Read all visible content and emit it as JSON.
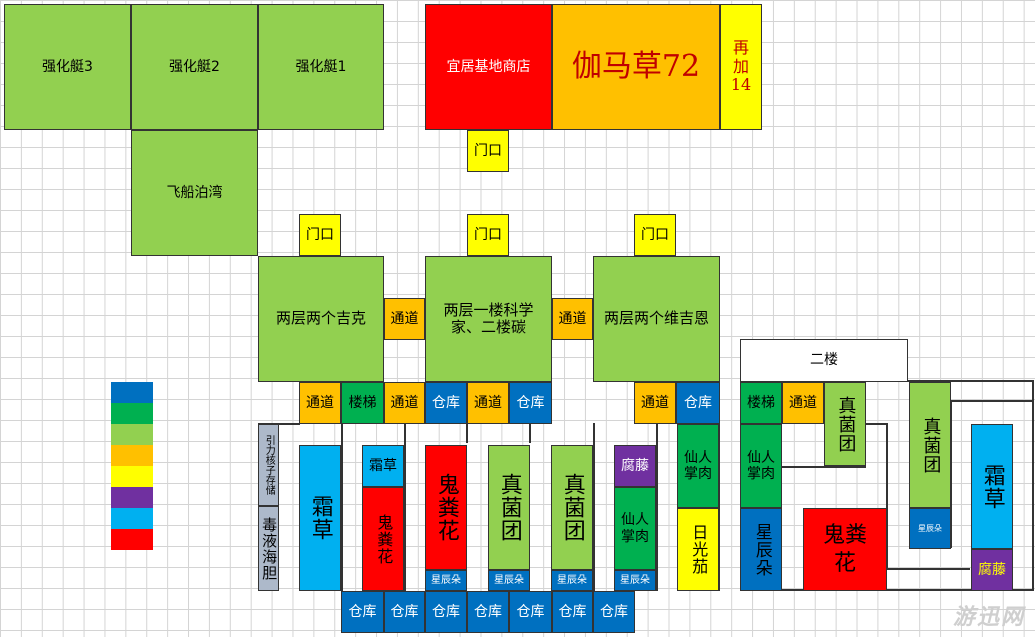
{
  "rooms": {
    "boat3": "强化艇3",
    "boat2": "强化艇2",
    "boat1": "强化艇1",
    "airship_dock": "飞船泊湾",
    "habitat_shop": "宜居基地商店",
    "gamma_grass": "伽马草72",
    "add14": "再加14",
    "door": "门口",
    "two_floor_jike": "两层两个吉克",
    "two_floor_scientist": "两层一楼科学家、二楼碳",
    "two_floor_weijien": "两层两个维吉恩",
    "passage": "通道",
    "stairs": "楼梯",
    "storage": "仓库",
    "second_floor": "二楼",
    "gravity_core_storage": "引力核子存储",
    "venom_sac": "毒液海胆",
    "frost_grass": "霜草",
    "ghost_flower": "鬼粪花",
    "true_fungus": "真菌团",
    "star_flower": "星辰朵",
    "rot_vine": "腐藤",
    "cactus_meat": "仙人掌肉",
    "sun_eggplant": "日光茄",
    "star_flower_v": "星辰朵"
  },
  "legend": {
    "colors": [
      "#0070c0",
      "#00b050",
      "#92d050",
      "#ffc000",
      "#ffff00",
      "#7030a0",
      "#00b0f0",
      "#ff0000"
    ]
  },
  "watermark": "游迅网"
}
